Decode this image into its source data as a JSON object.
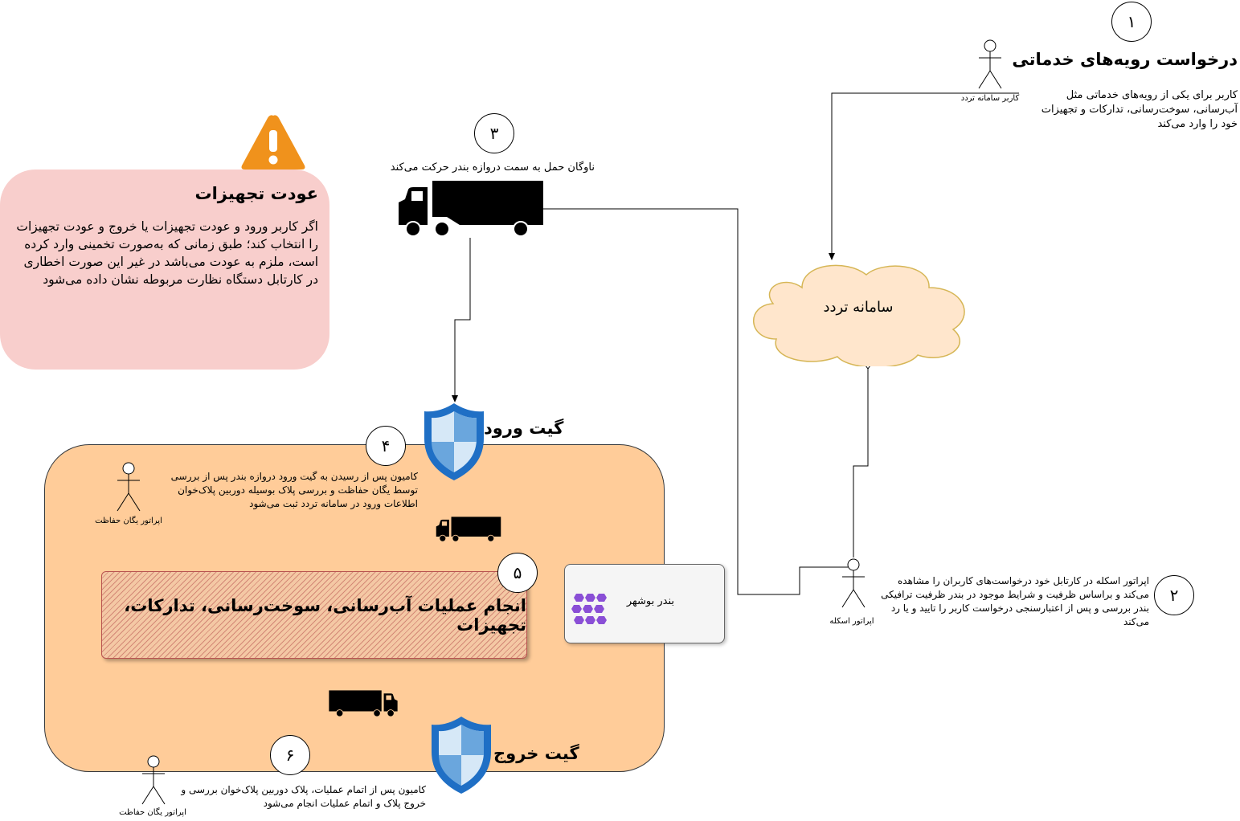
{
  "step1": {
    "number": "۱",
    "title": "درخواست رویه‌های خدماتی",
    "desc": "کاربر برای یکی از رویه‌های خدماتی مثل آب‌رسانی، سوخت‌رسانی، تدارکات و تجهیزات خود را وارد می‌کند",
    "actor_label": "کاربر سامانه تردد"
  },
  "step2": {
    "number": "۲",
    "desc": "اپراتور اسکله در کارتابل خود درخواست‌های کاربران را مشاهده می‌کند و براساس ظرفیت و شرایط موجود در بندر ظرفیت ترافیکی بندر بررسی و پس از اعتبارسنجی درخواست کاربر را تایید و یا رد می‌کند",
    "actor_label": "اپراتور اسکله"
  },
  "step3": {
    "number": "۳",
    "desc": "ناوگان حمل به سمت دروازه بندر حرکت می‌کند"
  },
  "step4": {
    "number": "۴",
    "desc": "کامیون پس از رسیدن به گیت ورود دروازه بندر پس از بررسی توسط یگان حفاظت و بررسی پلاک بوسیله دوربین پلاک‌خوان اطلاعات ورود در سامانه تردد ثبت می‌شود",
    "actor_label": "اپراتور یگان حفاظت"
  },
  "step5": {
    "number": "۵",
    "label": "انجام عملیات آب‌رسانی، سوخت‌رسانی، تدارکات، تجهیزات"
  },
  "step6": {
    "number": "۶",
    "desc": "کامیون پس از اتمام عملیات، پلاک دوربین پلاک‌خوان بررسی و خروج پلاک و اتمام عملیات انجام می‌شود",
    "actor_label": "اپراتور یگان حفاظت"
  },
  "system_cloud": {
    "label": "سامانه تردد"
  },
  "entry_gate": {
    "label": "گیت ورود"
  },
  "exit_gate": {
    "label": "گیت خروج"
  },
  "port_card": {
    "label": "بندر بوشهر"
  },
  "alert": {
    "title": "عودت تجهیزات",
    "body": "اگر کاربر ورود و عودت تجهیزات یا خروج و عودت تجهیزات را انتخاب کند؛ طبق زمانی که به‌صورت تخمینی وارد کرده است، ملزم به عودت می‌باشد در غیر این صورت اخطاری در کارتابل دستگاه نظارت مربوطه نشان داده می‌شود"
  },
  "colors": {
    "area_fill": "#ffcc99",
    "alert_fill": "#f8cecc",
    "cloud_fill": "#ffe6cc",
    "warning_orange": "#f0921c",
    "shield_blue": "#1f6fc5"
  },
  "icons": [
    "warning-icon",
    "truck-icon",
    "shield-icon",
    "stick-figure-icon",
    "kubernetes-icon",
    "cloud-icon"
  ]
}
